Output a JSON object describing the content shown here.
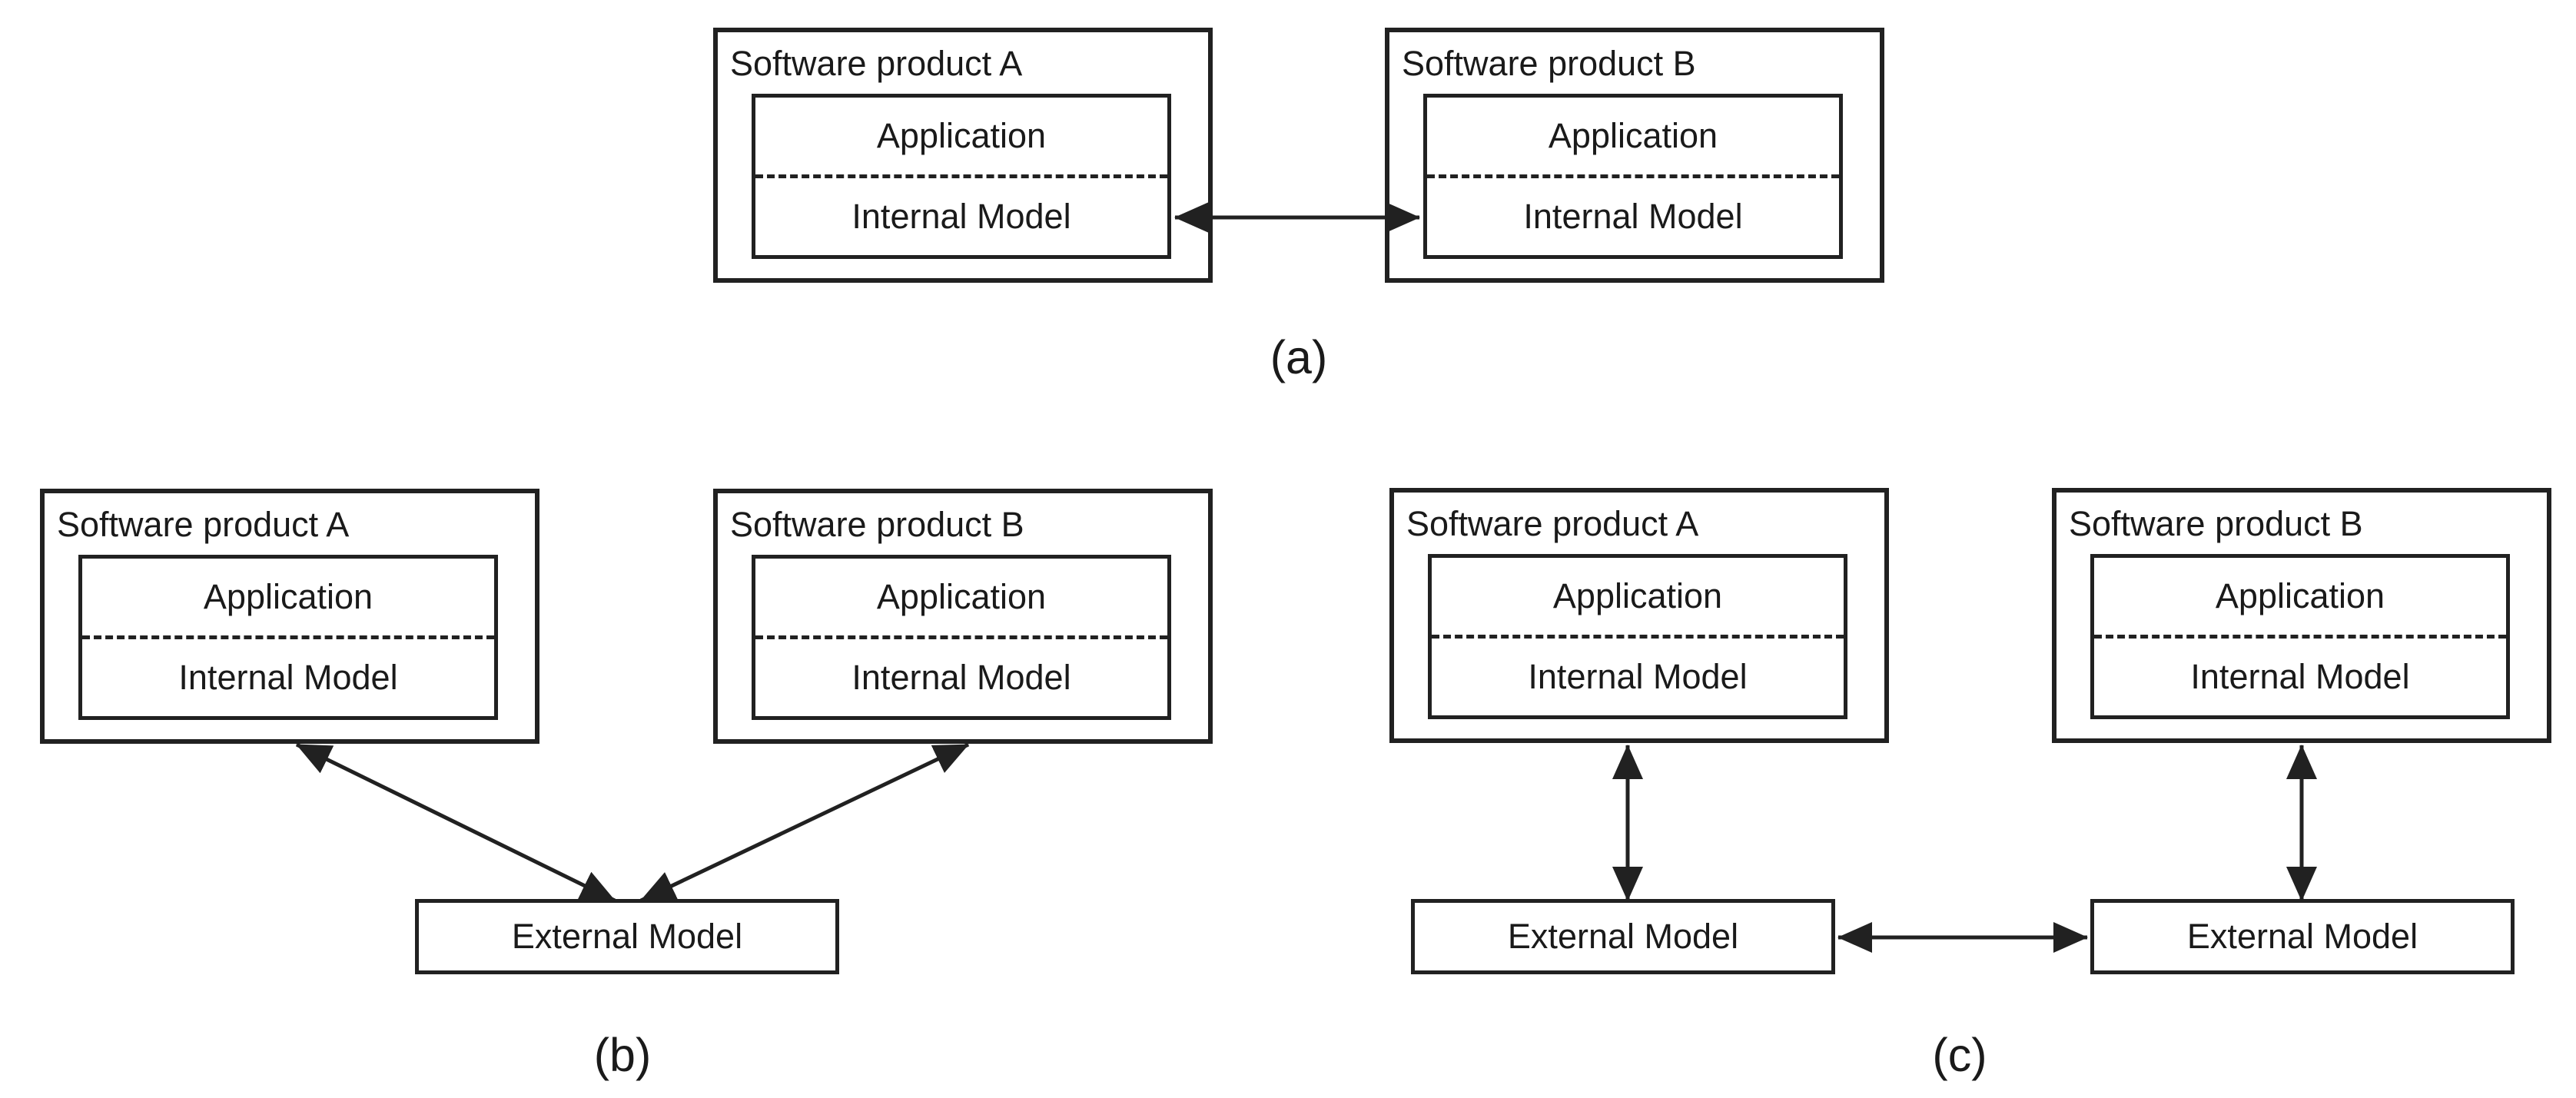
{
  "figure": {
    "background": "#ffffff",
    "line_color": "#212121",
    "panels": [
      {
        "id": "a",
        "label": "(a)",
        "products": [
          {
            "title": "Software product A",
            "application": "Application",
            "internal_model": "Internal Model"
          },
          {
            "title": "Software product B",
            "application": "Application",
            "internal_model": "Internal Model"
          }
        ],
        "externals": [],
        "connections": [
          {
            "from": "product-a.internal-model",
            "to": "product-b.internal-model",
            "type": "bidirectional-arrow"
          }
        ]
      },
      {
        "id": "b",
        "label": "(b)",
        "products": [
          {
            "title": "Software product A",
            "application": "Application",
            "internal_model": "Internal Model"
          },
          {
            "title": "Software product B",
            "application": "Application",
            "internal_model": "Internal Model"
          }
        ],
        "externals": [
          {
            "label": "External Model"
          }
        ],
        "connections": [
          {
            "from": "product-a",
            "to": "external-model",
            "type": "bidirectional-arrow"
          },
          {
            "from": "product-b",
            "to": "external-model",
            "type": "bidirectional-arrow"
          }
        ]
      },
      {
        "id": "c",
        "label": "(c)",
        "products": [
          {
            "title": "Software product A",
            "application": "Application",
            "internal_model": "Internal Model"
          },
          {
            "title": "Software product B",
            "application": "Application",
            "internal_model": "Internal Model"
          }
        ],
        "externals": [
          {
            "label": "External Model"
          },
          {
            "label": "External Model"
          }
        ],
        "connections": [
          {
            "from": "product-a",
            "to": "external-model-a",
            "type": "bidirectional-arrow"
          },
          {
            "from": "product-b",
            "to": "external-model-b",
            "type": "bidirectional-arrow"
          },
          {
            "from": "external-model-a",
            "to": "external-model-b",
            "type": "bidirectional-arrow"
          }
        ]
      }
    ]
  }
}
